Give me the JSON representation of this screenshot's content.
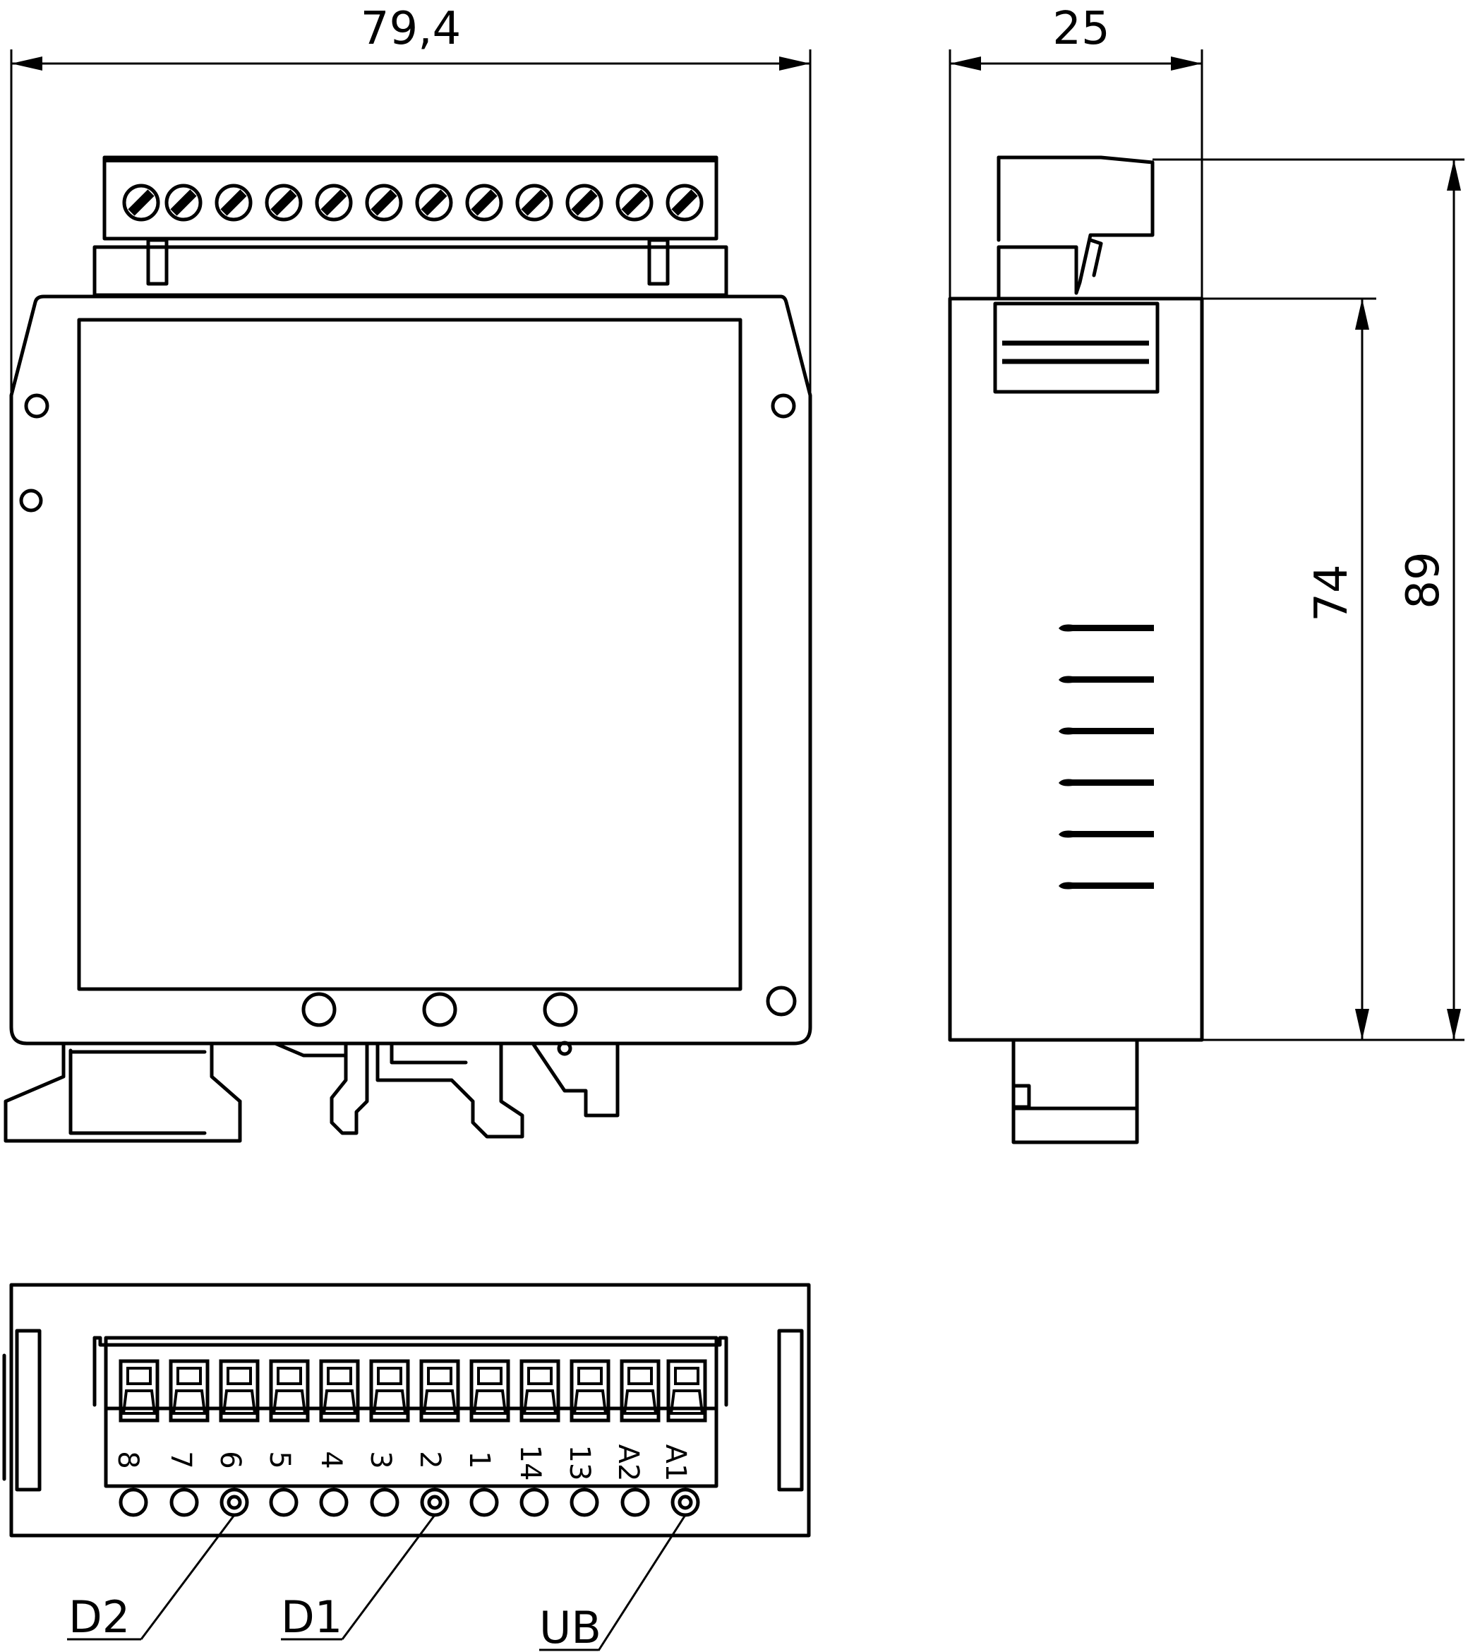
{
  "dimensions": {
    "width_front": "79,4",
    "width_side": "25",
    "height_body": "74",
    "height_total": "89"
  },
  "terminal_labels": [
    "8",
    "7",
    "6",
    "5",
    "4",
    "3",
    "2",
    "1",
    "14",
    "13",
    "A2",
    "A1"
  ],
  "callouts": {
    "d2": "D2",
    "d1": "D1",
    "ub": "UB"
  }
}
